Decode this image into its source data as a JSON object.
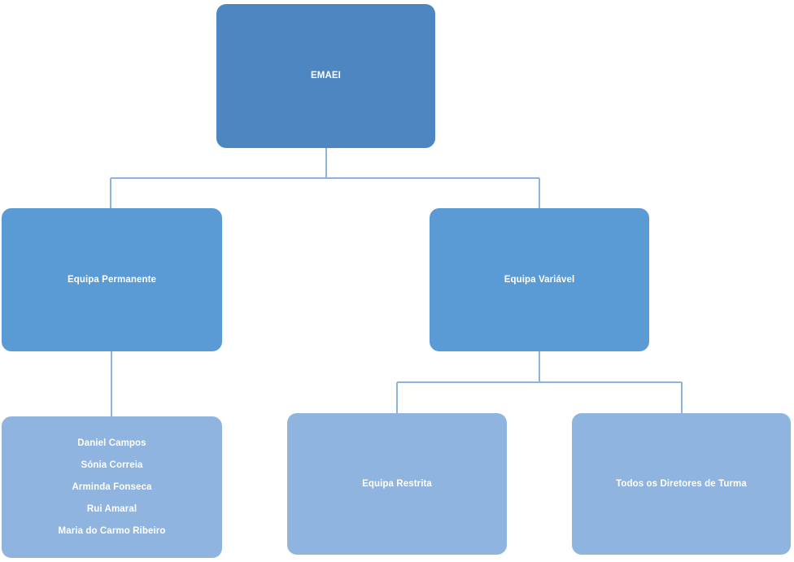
{
  "diagram": {
    "type": "organizational-chart",
    "title_node": "EMAEI",
    "colors": {
      "root_fill": "#4E86C2",
      "branch_fill": "#5B9BD5",
      "leaf_fill": "#8FB4E0",
      "connector": "#8EB4DC",
      "text": "#FFFFFF",
      "background": "#FFFFFF"
    },
    "nodes": {
      "root": {
        "label": "EMAEI"
      },
      "branch_left": {
        "label": "Equipa Permanente"
      },
      "branch_right": {
        "label": "Equipa Variável"
      },
      "leaf_members": {
        "label": "Daniel Campos Sónia Correia Arminda Fonseca Rui Amaral Maria do Carmo Ribeiro",
        "members": [
          "Daniel Campos",
          "Sónia Correia",
          "Arminda Fonseca",
          "Rui Amaral",
          "Maria do Carmo Ribeiro"
        ]
      },
      "leaf_restrita": {
        "label": "Equipa Restrita"
      },
      "leaf_diretores": {
        "label": "Todos os Diretores de Turma"
      }
    }
  }
}
